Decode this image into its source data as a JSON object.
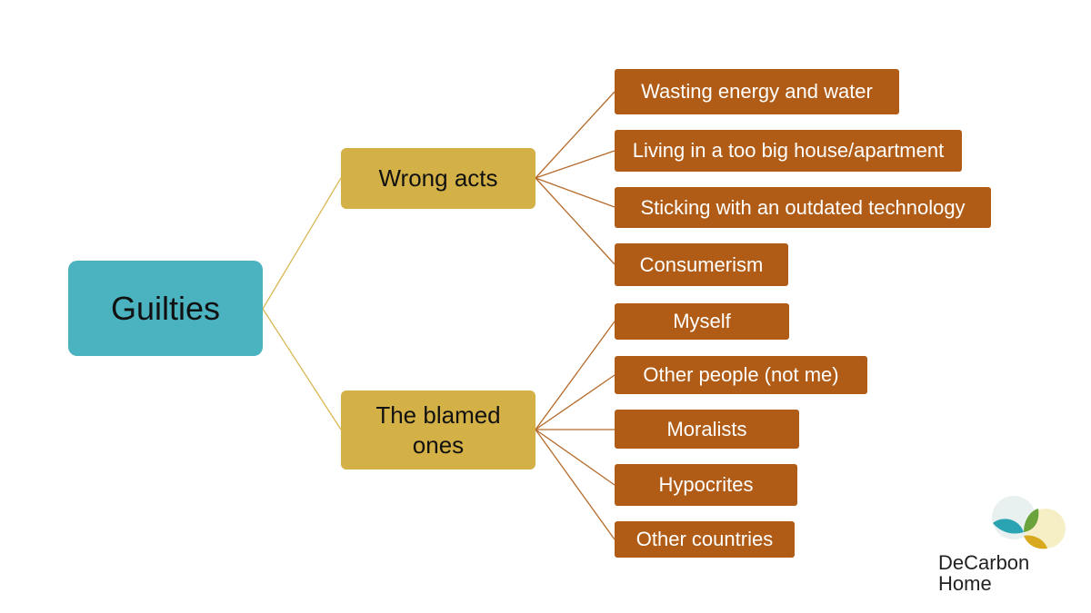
{
  "colors": {
    "root": "#4bb3bf",
    "category": "#d4b146",
    "item": "#b05c16",
    "connector_root": "#d9b955",
    "connector_item": "#b56a2a"
  },
  "diagram": {
    "root": {
      "label": "Guilties"
    },
    "categories": [
      {
        "label": "Wrong acts",
        "items": [
          {
            "label": "Wasting energy and water"
          },
          {
            "label": "Living in a too big house/apartment"
          },
          {
            "label": "Sticking with an outdated technology"
          },
          {
            "label": "Consumerism"
          }
        ]
      },
      {
        "label": "The blamed ones",
        "items": [
          {
            "label": "Myself"
          },
          {
            "label": "Other people (not me)"
          },
          {
            "label": "Moralists"
          },
          {
            "label": "Hypocrites"
          },
          {
            "label": "Other countries"
          }
        ]
      }
    ]
  },
  "logo": {
    "name": "decarbon-home-logo",
    "line1": "DeCarbon",
    "line2": "Home"
  }
}
